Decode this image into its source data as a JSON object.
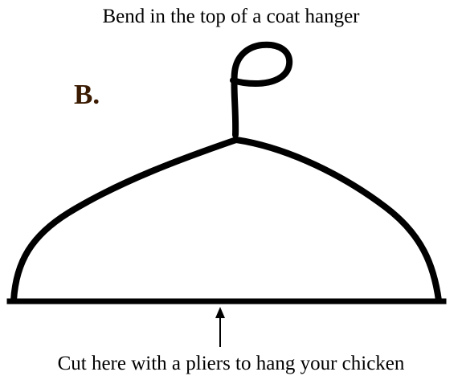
{
  "labels": {
    "top_caption": "Bend in the top of a coat hanger",
    "panel_label": "B.",
    "bottom_caption": "Cut here with a pliers to hang your chicken"
  },
  "colors": {
    "stroke": "#000000",
    "panel_label": "#3a1a00",
    "background": "#ffffff"
  }
}
